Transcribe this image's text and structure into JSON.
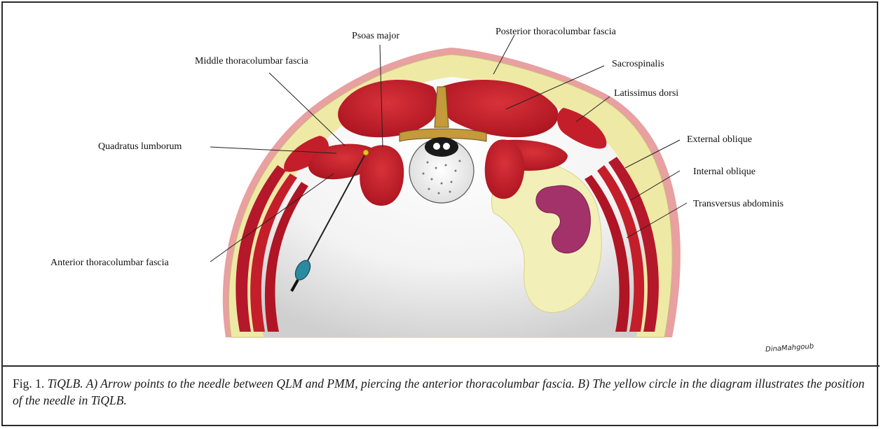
{
  "labels": {
    "psoas_major": "Psoas major",
    "posterior_tlf": "Posterior thoracolumbar fascia",
    "middle_tlf": "Middle thoracolumbar fascia",
    "sacrospinalis": "Sacrospinalis",
    "latissimus_dorsi": "Latissimus dorsi",
    "quadratus_lumborum": "Quadratus lumborum",
    "external_oblique": "External oblique",
    "internal_oblique": "Internal oblique",
    "transversus_abdominis": "Transversus abdominis",
    "anterior_tlf": "Anterior thoracolumbar fascia"
  },
  "signature": "DinaMahgoub",
  "caption": {
    "figure_number": "Fig. 1.",
    "text": "TiQLB. A) Arrow points to the needle between QLM and PMM, piercing the anterior thoracolumbar fascia. B) The yellow circle in the diagram illustrates the position of the needle in TiQLB."
  },
  "colors": {
    "muscle": "#c41e2a",
    "fat": "#efe9a6",
    "skin": "#e8a0a0",
    "kidney": "#a3326a",
    "needle_hub": "#2a8aa0",
    "frame": "#2b2b2b"
  }
}
